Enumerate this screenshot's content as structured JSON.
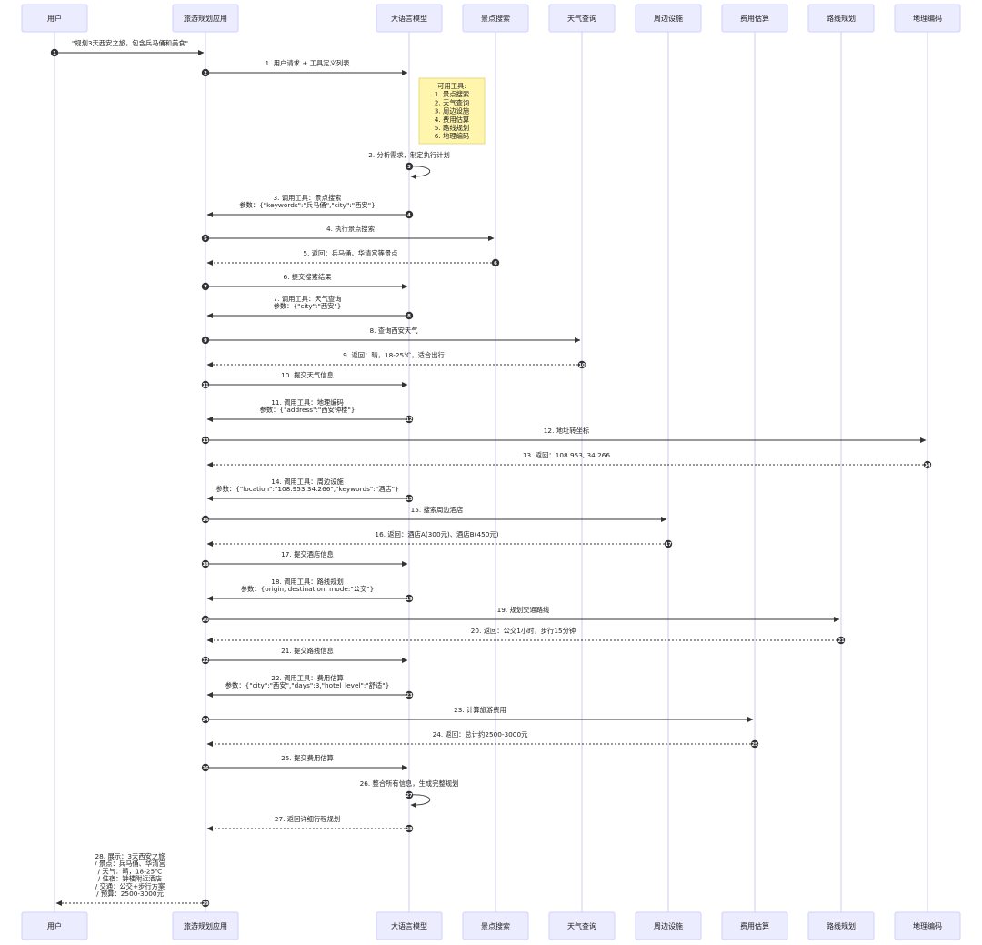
{
  "participants": [
    {
      "id": "user",
      "label": "用户"
    },
    {
      "id": "app",
      "label": "旅游规划应用"
    },
    {
      "id": "llm",
      "label": "大语言模型"
    },
    {
      "id": "poi",
      "label": "景点搜索"
    },
    {
      "id": "weather",
      "label": "天气查询"
    },
    {
      "id": "nearby",
      "label": "周边设施"
    },
    {
      "id": "cost",
      "label": "费用估算"
    },
    {
      "id": "route",
      "label": "路线规划"
    },
    {
      "id": "geo",
      "label": "地理编码"
    }
  ],
  "note": {
    "over": "llm",
    "lines": [
      "可用工具:",
      "1. 景点搜索",
      "2. 天气查询",
      "3. 周边设施",
      "4. 费用估算",
      "5. 路线规划",
      "6. 地理编码"
    ]
  },
  "messages": [
    {
      "num": "1",
      "from": "user",
      "to": "app",
      "style": "solid",
      "lines": [
        "\"规划3天西安之旅，包含兵马俑和美食\""
      ]
    },
    {
      "num": "2",
      "from": "app",
      "to": "llm",
      "style": "solid",
      "lines": [
        "1. 用户请求 + 工具定义列表"
      ]
    },
    {
      "num": "3",
      "from": "llm",
      "to": "llm",
      "style": "solid",
      "lines": [
        "2. 分析需求，制定执行计划"
      ]
    },
    {
      "num": "4",
      "from": "llm",
      "to": "app",
      "style": "solid",
      "lines": [
        "3. 调用工具：景点搜索",
        "参数：{\"keywords\":\"兵马俑\",\"city\":\"西安\"}"
      ]
    },
    {
      "num": "5",
      "from": "app",
      "to": "poi",
      "style": "solid",
      "lines": [
        "4. 执行景点搜索"
      ]
    },
    {
      "num": "6",
      "from": "poi",
      "to": "app",
      "style": "dotted",
      "lines": [
        "5. 返回：兵马俑、华清宫等景点"
      ]
    },
    {
      "num": "7",
      "from": "app",
      "to": "llm",
      "style": "solid",
      "lines": [
        "6. 提交搜索结果"
      ]
    },
    {
      "num": "8",
      "from": "llm",
      "to": "app",
      "style": "solid",
      "lines": [
        "7. 调用工具：天气查询",
        "参数：{\"city\":\"西安\"}"
      ]
    },
    {
      "num": "9",
      "from": "app",
      "to": "weather",
      "style": "solid",
      "lines": [
        "8. 查询西安天气"
      ]
    },
    {
      "num": "10",
      "from": "weather",
      "to": "app",
      "style": "dotted",
      "lines": [
        "9. 返回：晴，18-25℃，适合出行"
      ]
    },
    {
      "num": "11",
      "from": "app",
      "to": "llm",
      "style": "solid",
      "lines": [
        "10. 提交天气信息"
      ]
    },
    {
      "num": "12",
      "from": "llm",
      "to": "app",
      "style": "solid",
      "lines": [
        "11. 调用工具：地理编码",
        "参数：{\"address\":\"西安钟楼\"}"
      ]
    },
    {
      "num": "13",
      "from": "app",
      "to": "geo",
      "style": "solid",
      "lines": [
        "12. 地址转坐标"
      ]
    },
    {
      "num": "14",
      "from": "geo",
      "to": "app",
      "style": "dotted",
      "lines": [
        "13. 返回：108.953, 34.266"
      ]
    },
    {
      "num": "15",
      "from": "llm",
      "to": "app",
      "style": "solid",
      "lines": [
        "14. 调用工具：周边设施",
        "参数：{\"location\":\"108.953,34.266\",\"keywords\":\"酒店\"}"
      ]
    },
    {
      "num": "16",
      "from": "app",
      "to": "nearby",
      "style": "solid",
      "lines": [
        "15. 搜索周边酒店"
      ]
    },
    {
      "num": "17",
      "from": "nearby",
      "to": "app",
      "style": "dotted",
      "lines": [
        "16. 返回：酒店A(300元)、酒店B(450元)"
      ]
    },
    {
      "num": "18",
      "from": "app",
      "to": "llm",
      "style": "solid",
      "lines": [
        "17. 提交酒店信息"
      ]
    },
    {
      "num": "19",
      "from": "llm",
      "to": "app",
      "style": "solid",
      "lines": [
        "18. 调用工具：路线规划",
        "参数：{origin, destination, mode:\"公交\"}"
      ]
    },
    {
      "num": "20",
      "from": "app",
      "to": "route",
      "style": "solid",
      "lines": [
        "19. 规划交通路线"
      ]
    },
    {
      "num": "21",
      "from": "route",
      "to": "app",
      "style": "dotted",
      "lines": [
        "20. 返回：公交1小时，步行15分钟"
      ]
    },
    {
      "num": "22",
      "from": "app",
      "to": "llm",
      "style": "solid",
      "lines": [
        "21. 提交路线信息"
      ]
    },
    {
      "num": "23",
      "from": "llm",
      "to": "app",
      "style": "solid",
      "lines": [
        "22. 调用工具：费用估算",
        "参数：{\"city\":\"西安\",\"days\":3,\"hotel_level\":\"舒适\"}"
      ]
    },
    {
      "num": "24",
      "from": "app",
      "to": "cost",
      "style": "solid",
      "lines": [
        "23. 计算旅游费用"
      ]
    },
    {
      "num": "25",
      "from": "cost",
      "to": "app",
      "style": "dotted",
      "lines": [
        "24. 返回：总计约2500-3000元"
      ]
    },
    {
      "num": "26",
      "from": "app",
      "to": "llm",
      "style": "solid",
      "lines": [
        "25. 提交费用估算"
      ]
    },
    {
      "num": "27",
      "from": "llm",
      "to": "llm",
      "style": "solid",
      "lines": [
        "26. 整合所有信息，生成完整规划"
      ]
    },
    {
      "num": "28",
      "from": "llm",
      "to": "app",
      "style": "dotted",
      "lines": [
        "27. 返回详细行程规划"
      ]
    },
    {
      "num": "29",
      "from": "app",
      "to": "user",
      "style": "dotted",
      "lines": [
        "28. 展示：3天西安之旅",
        "/ 景点：兵马俑、华清宫",
        "/ 天气：晴，18-25℃",
        "/ 住宿：钟楼附近酒店",
        "/ 交通：公交+步行方案",
        "/ 预算：2500-3000元"
      ]
    }
  ]
}
